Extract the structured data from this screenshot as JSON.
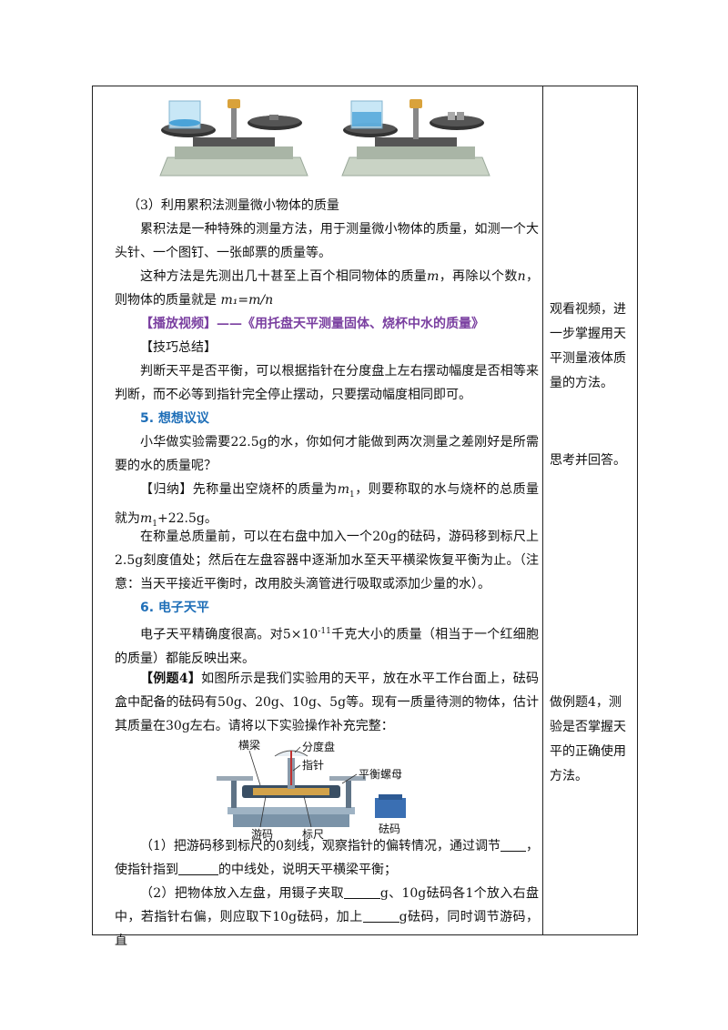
{
  "main": {
    "p3_heading": "（3）利用累积法测量微小物体的质量",
    "p_accum1": "累积法是一种特殊的测量方法，用于测量微小物体的质量，如测一个大头针、一个图钉、一张邮票的质量等。",
    "p_accum2_a": "这种方法是先测出几十甚至上百个相同物体的质量",
    "var_m": "m",
    "p_accum2_b": "，再除以个数",
    "var_n": "n",
    "p_accum2_c": "，则物体的质量就是",
    "formula": "m₁=m/n",
    "video_a": "【播放视频】——",
    "video_b": "《用托盘天平测量固体、烧杯中水的质量》",
    "tips_title": "【技巧总结】",
    "tips_text": "判断天平是否平衡，可以根据指针在分度盘上左右摆动幅度是否相等来判断，而不必等到指针完全停止摆动，只要摆动幅度相同即可。",
    "section5": "5. 想想议议",
    "q5": "小华做实验需要22.5g的水，你如何才能做到两次测量之差刚好是所需要的水的质量呢？",
    "summary_label": "【归纳】",
    "summary_a": "先称量出空烧杯的质量为",
    "summary_b": "，则要称取的水与烧杯的总质量就为",
    "summary_c": "+22.5g。",
    "summary_detail": "在称量总质量前，可以在右盘中加入一个20g的砝码，游码移到标尺上2.5g刻度值处；然后在左盘容器中逐渐加水至天平横梁恢复平衡为止。（注意：当天平接近平衡时，改用胶头滴管进行吸取或添加少量的水）。",
    "section6": "6. 电子天平",
    "e_balance_a": "电子天平精确度很高。对",
    "e_balance_num": "5×10",
    "e_balance_exp": "-11",
    "e_balance_b": "千克大小的质量（相当于一个红细胞的质量）都能反映出来。",
    "example_label": "【例题4】",
    "example_text": "如图所示是我们实验用的天平，放在水平工作台面上，砝码盒中配备的砝码有50g、20g、10g、5g等。现有一质量待测的物体，估计其质量在30g左右。请将以下实验操作补充完整：",
    "step1_a": "（1）把游码移到标尺的0刻线，观察指针的偏转情况，通过调节",
    "step1_b": "，使指针指到",
    "step1_c": "的中线处，说明天平横梁平衡；",
    "step2_a": "（2）把物体放入左盘，用镊子夹取",
    "step2_b": "g、10g砝码各1个放入右盘中，若指针右偏，则应取下10g砝码，加上",
    "step2_c": "g砝码，同时调节游码，直"
  },
  "labels": {
    "beam": "横梁",
    "dial": "分度盘",
    "pointer": "指针",
    "nut": "平衡螺母",
    "rider": "游码",
    "scale": "标尺",
    "weights": "砝码"
  },
  "side": {
    "note1": "观看视频，进一步掌握用天平测量液体质量的方法。",
    "note2": "思考并回答。",
    "note3": "做例题4，测验是否掌握天平的正确使用方法。"
  }
}
